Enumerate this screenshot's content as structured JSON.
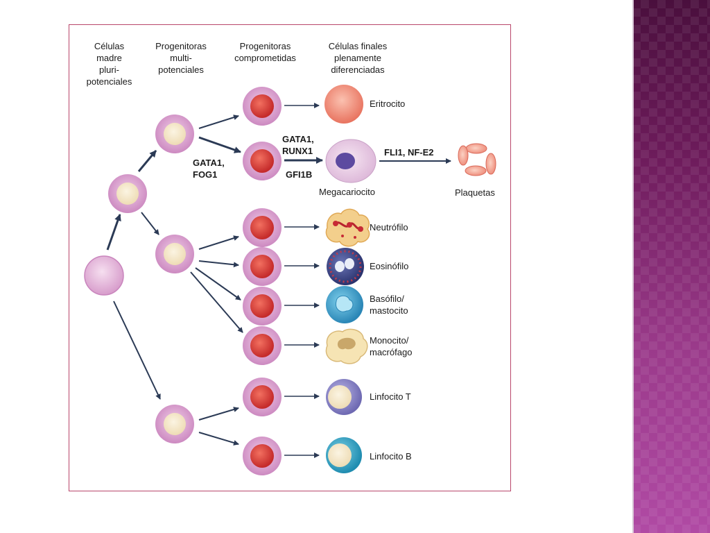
{
  "slide": {
    "accent_color": "#8b2a78",
    "frame_color": "#b8456a"
  },
  "figure": {
    "headers": {
      "col1": "Células\nmadre\npluri-\npotenciales",
      "col2": "Progenitoras\nmulti-\npotenciales",
      "col3": "Progenitoras\ncomprometidas",
      "col4": "Células finales\nplenamente\ndiferenciadas"
    },
    "factors": {
      "gata1_fog1": "GATA1,\nFOG1",
      "gata1_runx1": "GATA1,\nRUNX1",
      "gfi1b": "GFI1B",
      "fli1_nfe2": "FLI1, NF-E2"
    },
    "cells": {
      "eritrocito": "Eritrocito",
      "megacariocito": "Megacariocito",
      "plaquetas": "Plaquetas",
      "neutrofilo": "Neutrófilo",
      "eosinofilo": "Eosinófilo",
      "basofilo": "Basófilo/\nmastocito",
      "monocito": "Monocito/\nmacrófago",
      "linfocito_t": "Linfocito T",
      "linfocito_b": "Linfocito B"
    },
    "colors": {
      "progenitor_ring": "#d9a0cf",
      "stem_fill": "#e7b7df",
      "multi_core": "#f6ecd2",
      "committed_core": "#e0403a",
      "erythrocyte": "#f08a78",
      "neutrophil": "#f3cf8c",
      "eosinophil": "#3e4a8e",
      "basophil": "#3a9ec7",
      "monocyte": "#f6e4b4",
      "lymphocyte_t": "#8c88c8",
      "lymphocyte_b": "#3aa4c4",
      "arrow": "#2b3a55"
    }
  }
}
